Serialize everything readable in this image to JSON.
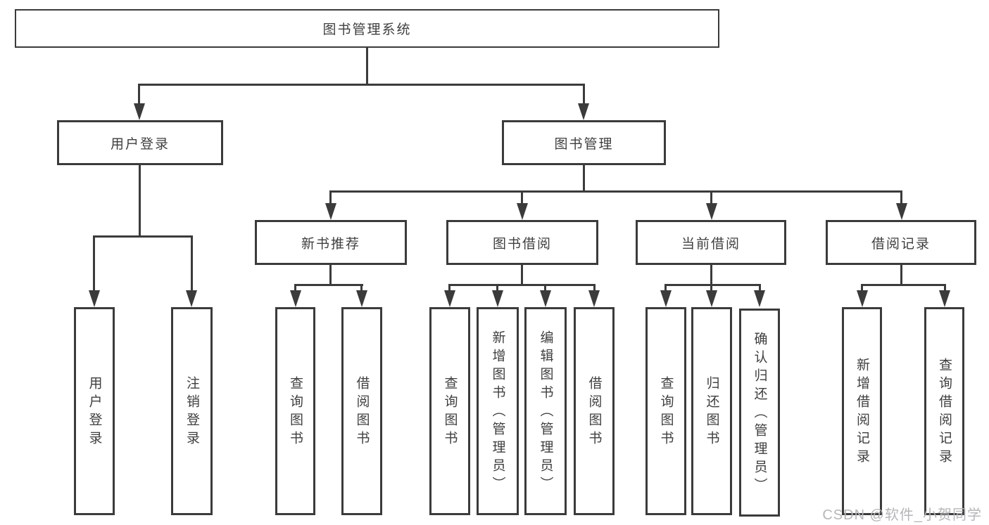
{
  "tree": {
    "root": {
      "label": "图书管理系统"
    },
    "branches": [
      {
        "label": "用户登录",
        "children": [
          {
            "label": "用户登录"
          },
          {
            "label": "注销登录"
          }
        ]
      },
      {
        "label": "图书管理",
        "children": [
          {
            "label": "新书推荐",
            "children": [
              {
                "label": "查询图书"
              },
              {
                "label": "借阅图书"
              }
            ]
          },
          {
            "label": "图书借阅",
            "children": [
              {
                "label": "查询图书"
              },
              {
                "label": "新增图书（管理员）"
              },
              {
                "label": "编辑图书（管理员）"
              },
              {
                "label": "借阅图书"
              }
            ]
          },
          {
            "label": "当前借阅",
            "children": [
              {
                "label": "查询图书"
              },
              {
                "label": "归还图书"
              },
              {
                "label": "确认归还（管理员）"
              }
            ]
          },
          {
            "label": "借阅记录",
            "children": [
              {
                "label": "新增借阅记录"
              },
              {
                "label": "查询借阅记录"
              }
            ]
          }
        ]
      }
    ]
  },
  "watermark": {
    "text": "CSDN @软件_小贺同学"
  },
  "colors": {
    "line": "#3b3b3b",
    "text": "#3f3f3f",
    "watermark": "#b6b6ba",
    "background": "#ffffff"
  }
}
